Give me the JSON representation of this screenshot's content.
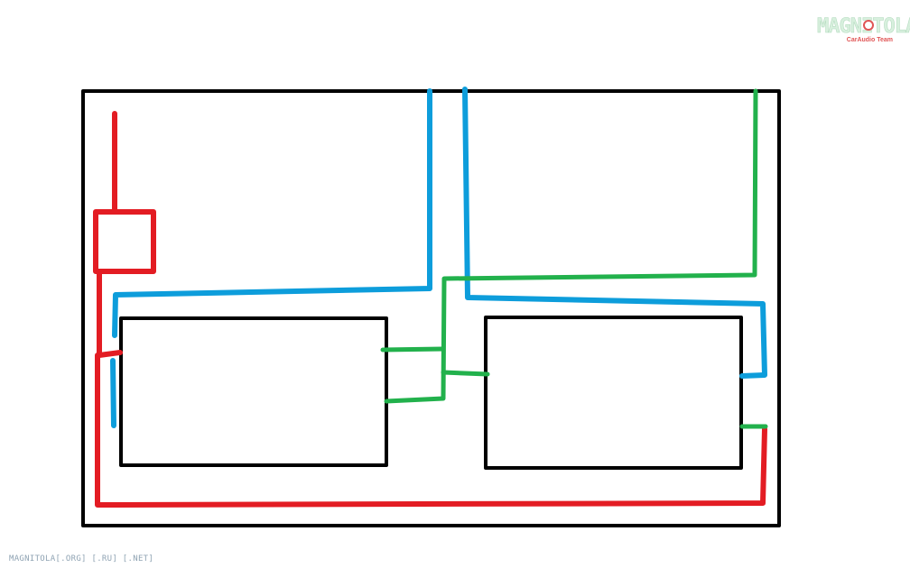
{
  "logo": {
    "text": "MAGNITOLA",
    "subtitle": "CarAudio Team"
  },
  "watermark": "MAGNITOLA[.ORG] [.RU] [.NET]",
  "colors": {
    "outline": "#000000",
    "red": "#e31c23",
    "blue": "#0d9ddb",
    "green": "#22b14c",
    "logo_accent": "#e05555"
  }
}
